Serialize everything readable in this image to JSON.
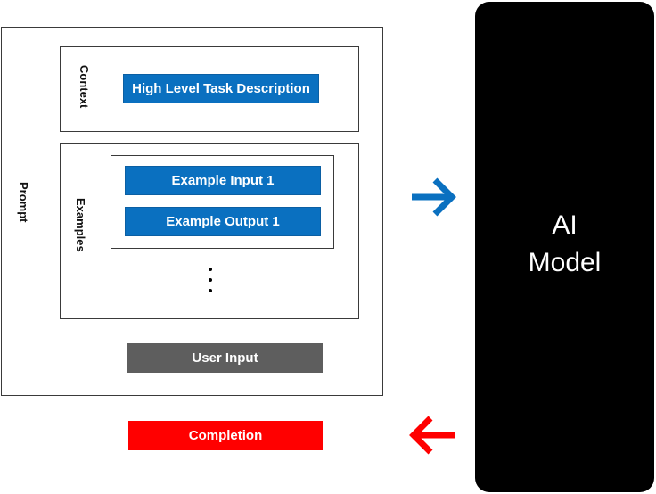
{
  "prompt": {
    "label": "Prompt",
    "context": {
      "label": "Context",
      "task_description": "High Level Task Description"
    },
    "examples": {
      "label": "Examples",
      "input": "Example Input 1",
      "output": "Example Output 1"
    },
    "user_input": "User Input"
  },
  "completion": "Completion",
  "model": {
    "line1": "AI",
    "line2": "Model"
  },
  "colors": {
    "blue": "#0a70c0",
    "gray": "#5e5e5e",
    "red": "#ff0000",
    "model_bg": "#000000"
  }
}
